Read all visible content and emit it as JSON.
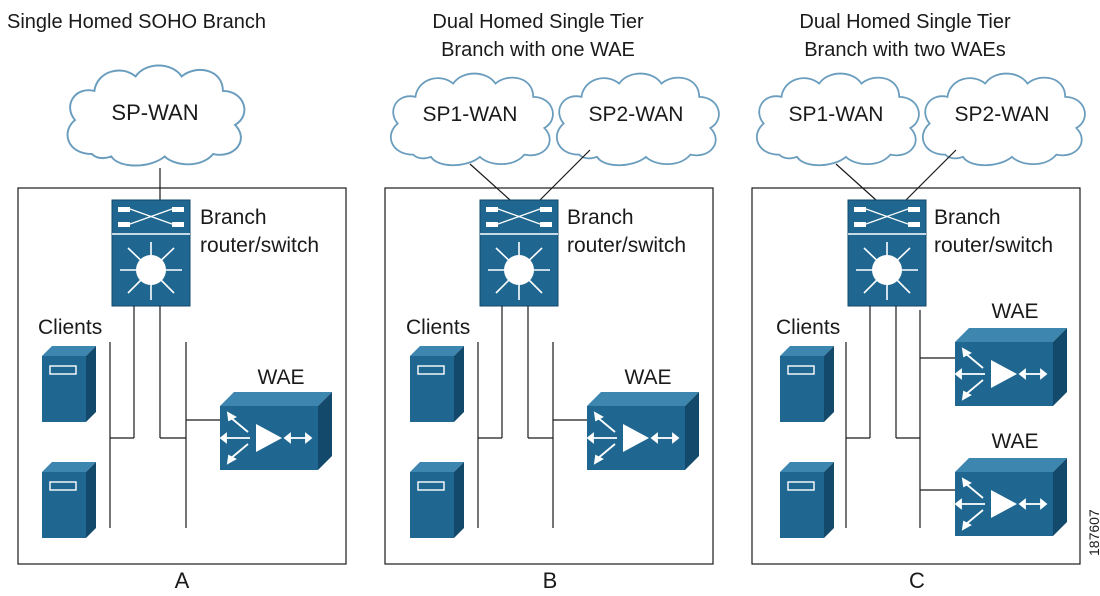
{
  "colors": {
    "device_fill": "#1f6791",
    "device_dark": "#134a6b",
    "device_light": "#3c86b0",
    "line": "#1a1a1a",
    "cloud_stroke": "#6a9dbd",
    "background": "#ffffff"
  },
  "panels": [
    {
      "id": "a",
      "title_lines": [
        "Single Homed SOHO Branch"
      ],
      "clouds": [
        "SP-WAN"
      ],
      "router_label": [
        "Branch",
        "router/switch"
      ],
      "clients_label": "Clients",
      "waes": [
        "WAE"
      ],
      "panel_label": "A"
    },
    {
      "id": "b",
      "title_lines": [
        "Dual Homed Single Tier",
        "Branch with one WAE"
      ],
      "clouds": [
        "SP1-WAN",
        "SP2-WAN"
      ],
      "router_label": [
        "Branch",
        "router/switch"
      ],
      "clients_label": "Clients",
      "waes": [
        "WAE"
      ],
      "panel_label": "B"
    },
    {
      "id": "c",
      "title_lines": [
        "Dual Homed Single Tier",
        "Branch with two WAEs"
      ],
      "clouds": [
        "SP1-WAN",
        "SP2-WAN"
      ],
      "router_label": [
        "Branch",
        "router/switch"
      ],
      "clients_label": "Clients",
      "waes": [
        "WAE",
        "WAE"
      ],
      "panel_label": "C"
    }
  ],
  "figure_id": "187607"
}
